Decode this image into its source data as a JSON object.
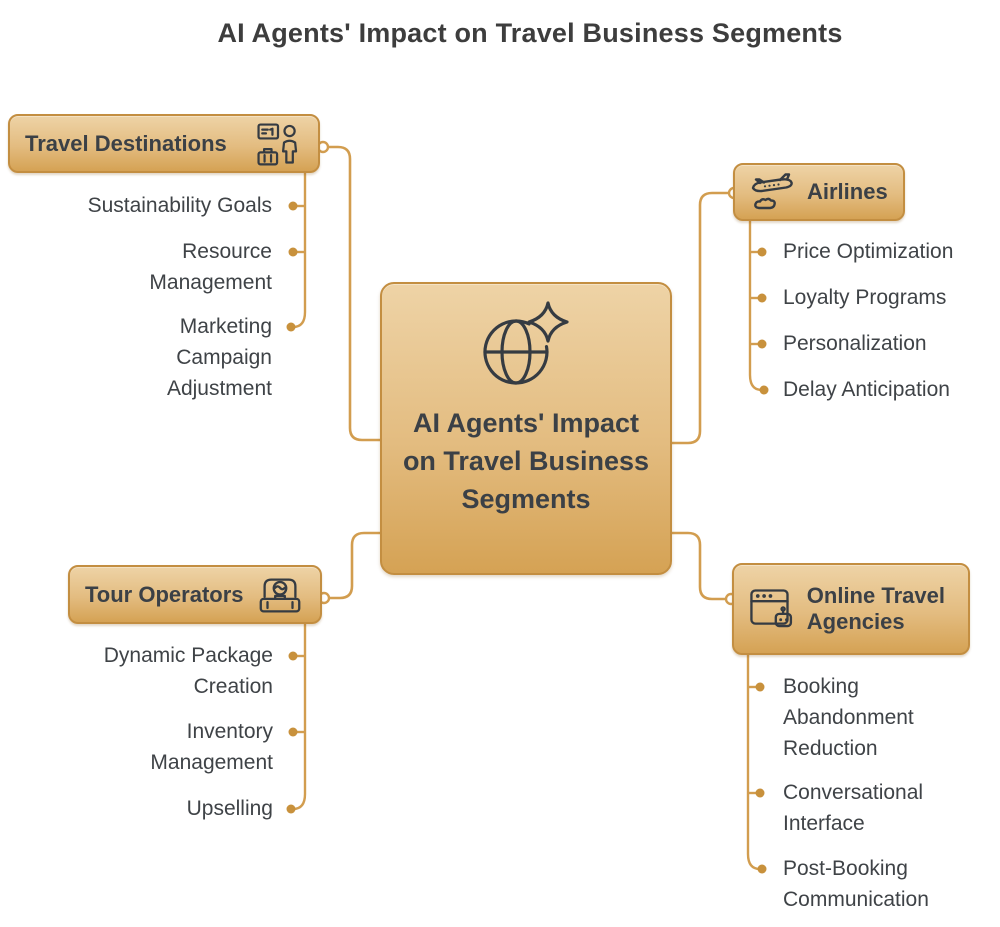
{
  "title": "AI Agents' Impact on Travel Business Segments",
  "colors": {
    "line": "#d29d4f",
    "dot": "#c8913c",
    "node_top": "#eed3a6",
    "node_bottom": "#d5a254",
    "node_border": "#c38e41",
    "text_dark": "#3b4046",
    "item_text": "#3f4347",
    "title_text": "#3d3d3d"
  },
  "center": {
    "label": "AI Agents' Impact on Travel Business Segments",
    "icon": "globe-sparkle-icon"
  },
  "branches": {
    "travel_destinations": {
      "label": "Travel Destinations",
      "icon": "traveler-ticket-luggage-icon",
      "items": [
        "Sustainability Goals",
        "Resource Management",
        "Marketing Campaign Adjustment"
      ]
    },
    "airlines": {
      "label": "Airlines",
      "icon": "airplane-cloud-icon",
      "items": [
        "Price Optimization",
        "Loyalty Programs",
        "Personalization",
        "Delay Anticipation"
      ]
    },
    "tour_operators": {
      "label": "Tour Operators",
      "icon": "suitcase-globe-icon",
      "items": [
        "Dynamic Package Creation",
        "Inventory Management",
        "Upselling"
      ]
    },
    "online_travel_agencies": {
      "label": "Online Travel Agencies",
      "icon": "browser-robot-icon",
      "items": [
        "Booking Abandonment Reduction",
        "Conversational Interface",
        "Post-Booking Communication"
      ]
    }
  }
}
